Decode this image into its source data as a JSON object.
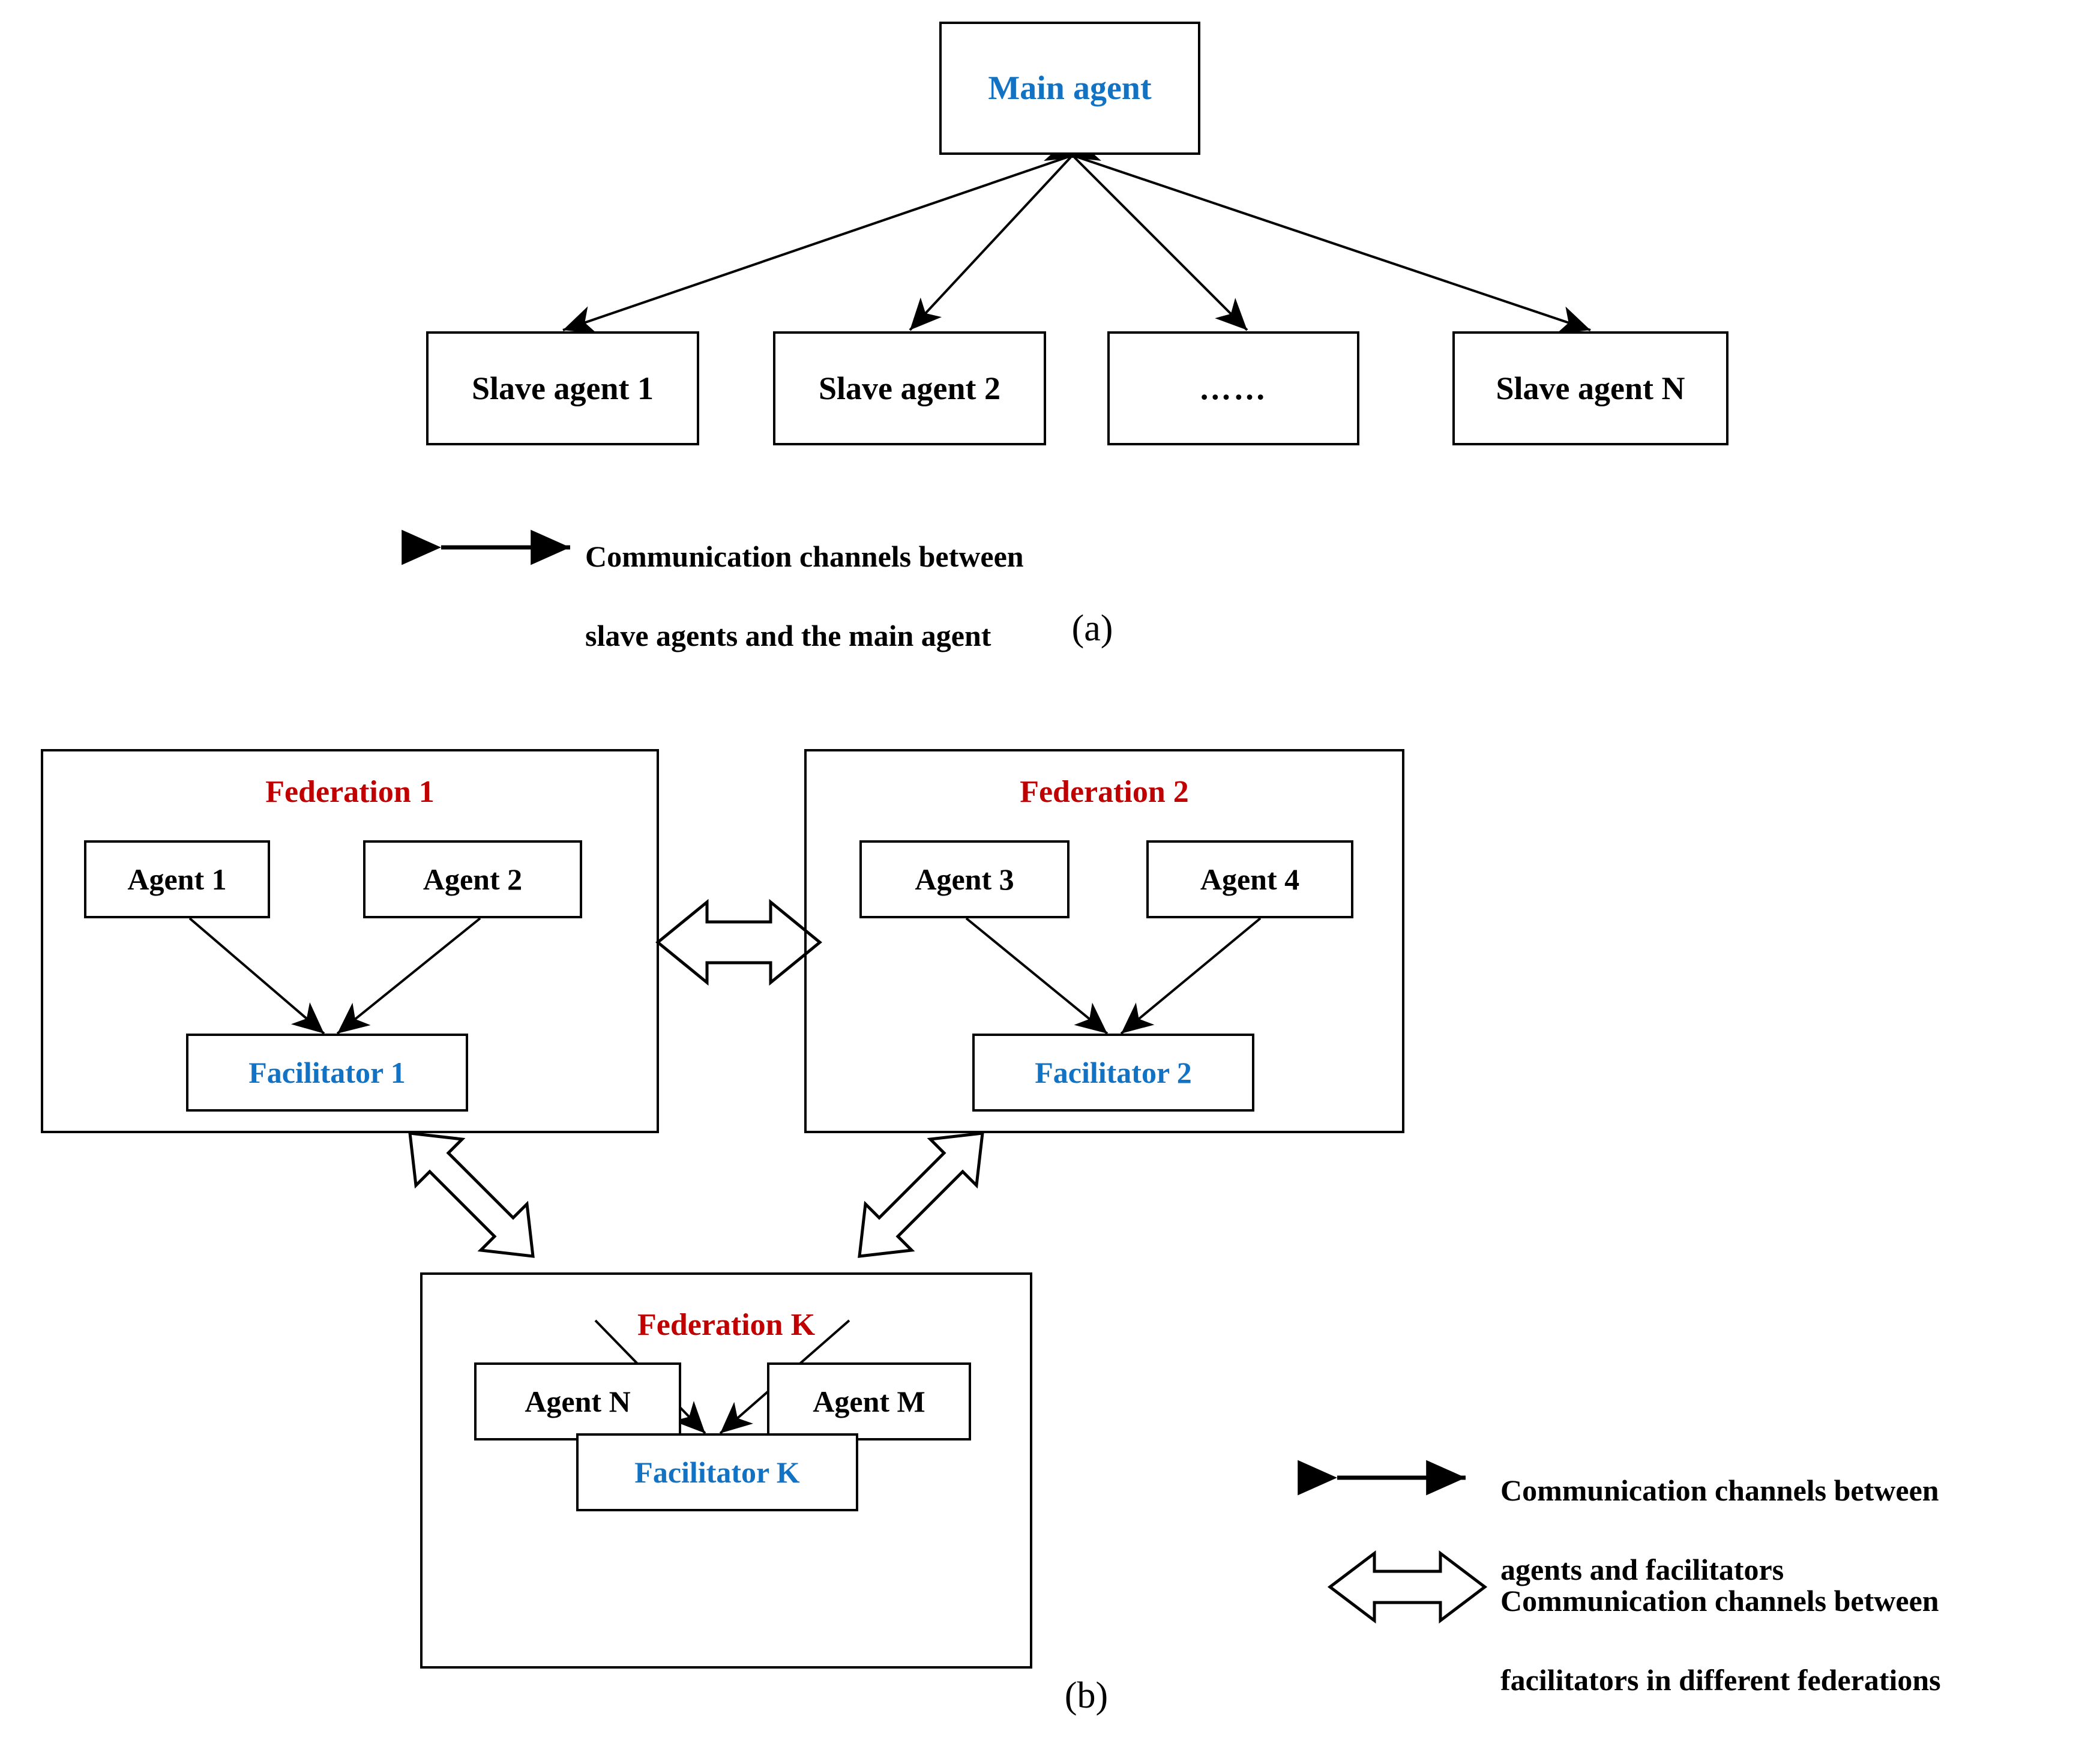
{
  "figure": {
    "colors": {
      "blue": "#1272c4",
      "red": "#c00000",
      "black": "#000000",
      "background": "#ffffff"
    },
    "panels": [
      {
        "id": "a",
        "caption": "(a)"
      },
      {
        "id": "b",
        "caption": "(b)"
      }
    ]
  },
  "panel_a": {
    "caption": "(a)",
    "main_agent": {
      "label": "Main agent"
    },
    "slave_agents": [
      {
        "label": "Slave agent 1"
      },
      {
        "label": "Slave agent 2"
      },
      {
        "label": "……"
      },
      {
        "label": "Slave agent N"
      }
    ],
    "legend": [
      {
        "arrow": "thin-double-arrow",
        "line1": "Communication channels between",
        "line2": "slave agents and the main agent"
      }
    ]
  },
  "panel_b": {
    "caption": "(b)",
    "federations": [
      {
        "title": "Federation 1",
        "agents": [
          {
            "label": "Agent 1"
          },
          {
            "label": "Agent 2"
          }
        ],
        "facilitator": {
          "label": "Facilitator 1"
        }
      },
      {
        "title": "Federation 2",
        "agents": [
          {
            "label": "Agent 3"
          },
          {
            "label": "Agent 4"
          }
        ],
        "facilitator": {
          "label": "Facilitator 2"
        }
      },
      {
        "title": "Federation K",
        "agents": [
          {
            "label": "Agent N"
          },
          {
            "label": "Agent M"
          }
        ],
        "facilitator": {
          "label": "Facilitator K"
        }
      }
    ],
    "legend": [
      {
        "arrow": "thin-double-arrow",
        "line1": "Communication channels between",
        "line2": "agents and facilitators"
      },
      {
        "arrow": "hollow-block-double-arrow",
        "line1": "Communication channels between",
        "line2": "facilitators in different federations"
      }
    ]
  }
}
